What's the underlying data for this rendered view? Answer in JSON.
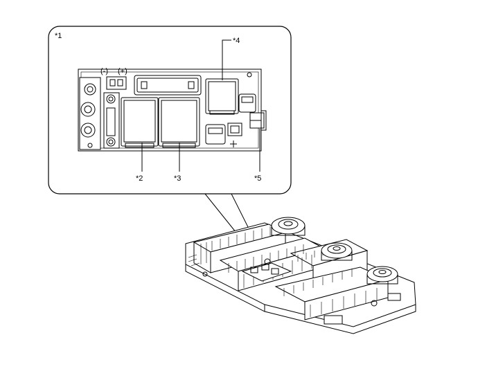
{
  "callouts": {
    "c1": "*1",
    "c2": "*2",
    "c3": "*3",
    "c4": "*4",
    "c5": "*5"
  },
  "marks": {
    "minus": "(-)",
    "plus": "(+)"
  }
}
